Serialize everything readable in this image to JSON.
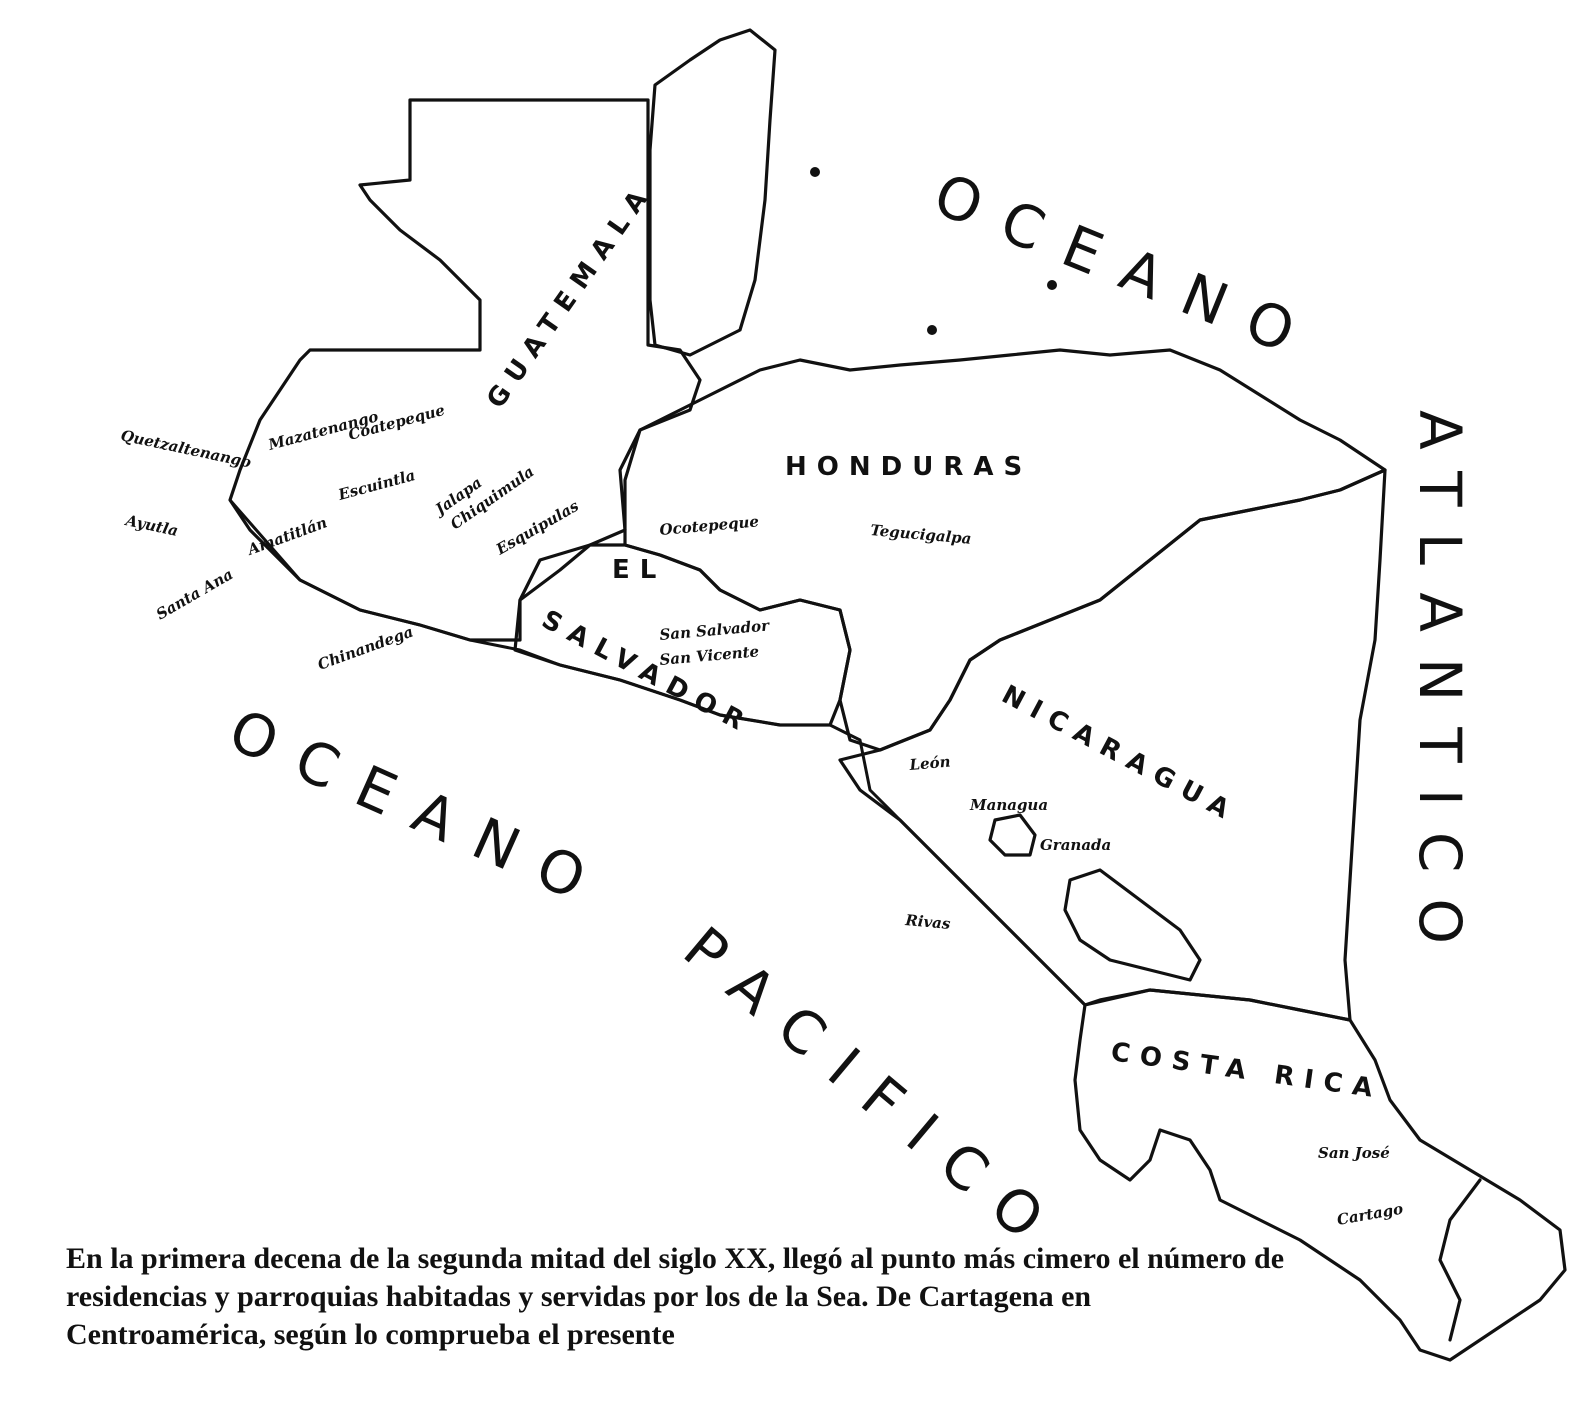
{
  "oceans": {
    "atlantic_word1": "OCEANO",
    "atlantic_word2": "ATLANTICO",
    "pacific_word1": "OCEANO",
    "pacific_word2": "PACIFICO"
  },
  "countries": {
    "guatemala": "GUATEMALA",
    "honduras": "HONDURAS",
    "el_salvador_1": "EL",
    "el_salvador_2": "SALVADOR",
    "nicaragua": "NICARAGUA",
    "costa_rica": "COSTA RICA"
  },
  "places": {
    "quetzaltenango": "Quetzaltenango",
    "mazatenango": "Mazatenango",
    "coatepeque": "Coatepeque",
    "ayutla": "Ayutla",
    "escuintla": "Escuintla",
    "amatitlan": "Amatitlán",
    "jalapa": "Jalapa",
    "chiquimula": "Chiquimula",
    "esquipulas": "Esquipulas",
    "ocotepeque": "Ocotepeque",
    "tegucigalpa": "Tegucigalpa",
    "santa_ana": "Santa Ana",
    "san_salvador": "San Salvador",
    "san_vicente": "San Vicente",
    "chinandega": "Chinandega",
    "leon": "León",
    "managua": "Managua",
    "granada": "Granada",
    "rivas": "Rivas",
    "san_jose": "San José",
    "cartago": "Cartago"
  },
  "caption": "En la primera decena de la segunda mitad del siglo XX, llegó al punto más cimero el número de residencias y parroquias habitadas y servidas por los de la Sea. De Cartagena en Centroamérica, según lo comprueba el presente"
}
